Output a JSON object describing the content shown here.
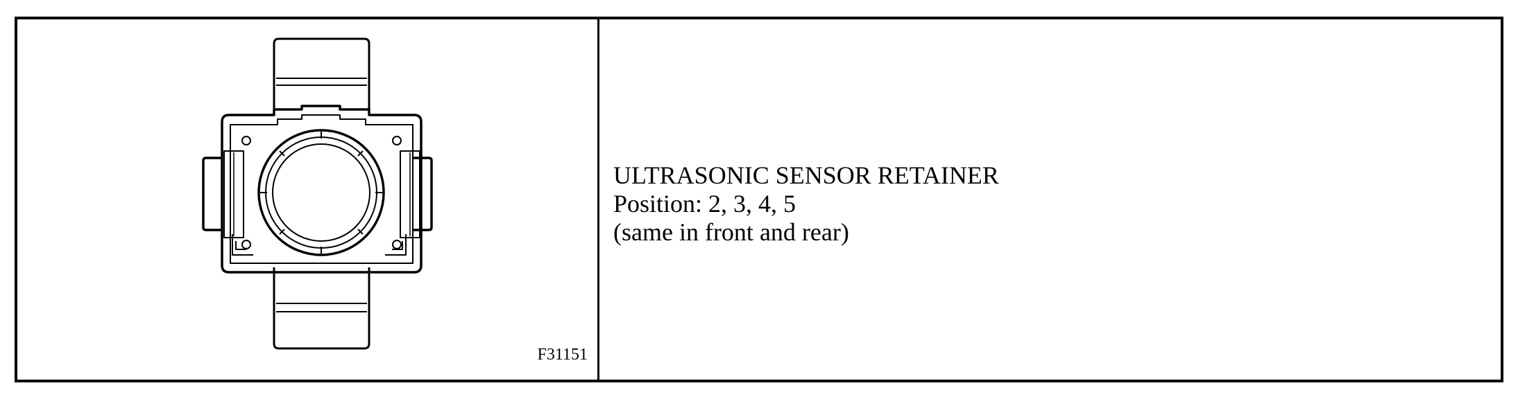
{
  "figure": {
    "code": "F31151",
    "subject": "ultrasonic-sensor-retainer-drawing"
  },
  "description": {
    "title": "ULTRASONIC SENSOR RETAINER",
    "position_line": "Position: 2, 3, 4, 5",
    "note_line": "(same in front and rear)"
  }
}
